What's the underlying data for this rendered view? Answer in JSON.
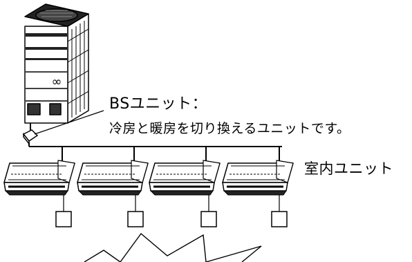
{
  "labels": {
    "bs_unit_title": "BSユニット：",
    "bs_unit_description": "冷房と暖房を切り換えるユニットです。",
    "indoor_unit": "室内ユニット"
  },
  "outdoor_unit": {
    "logo_symbol": "∞"
  },
  "colors": {
    "line": "#000000",
    "background": "#ffffff",
    "unit_fill": "#ffffff",
    "dark": "#222222"
  }
}
